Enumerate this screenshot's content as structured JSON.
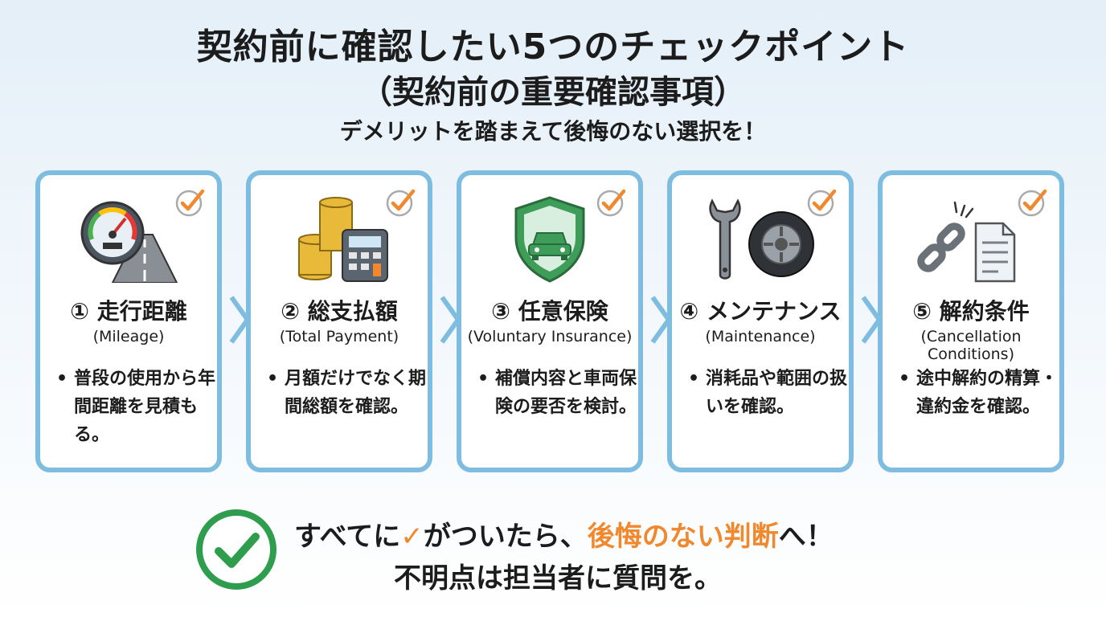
{
  "header": {
    "title": "契約前に確認したい5つのチェックポイント",
    "subtitle": "（契約前の重要確認事項）",
    "tagline": "デメリットを踏まえて後悔のない選択を！"
  },
  "cards": [
    {
      "title": "① 走行距離",
      "en": "(Mileage)",
      "text": "普段の使用から年間距離を見積もる。",
      "icon": "speedometer-road-icon"
    },
    {
      "title": "② 総支払額",
      "en": "(Total Payment)",
      "text": "月額だけでなく期間総額を確認。",
      "icon": "coins-calculator-icon"
    },
    {
      "title": "③ 任意保険",
      "en": "(Voluntary Insurance)",
      "text": "補償内容と車両保険の要否を検討。",
      "icon": "car-shield-icon"
    },
    {
      "title": "④ メンテナンス",
      "en": "(Maintenance)",
      "text": "消耗品や範囲の扱いを確認。",
      "icon": "wrench-tire-icon"
    },
    {
      "title": "⑤ 解約条件",
      "en": "(Cancellation Conditions)",
      "text": "途中解約の精算・違約金を確認。",
      "icon": "broken-chain-document-icon"
    }
  ],
  "footer": {
    "line1_a": "すべてに",
    "check_mark": "✓",
    "line1_b": "がついたら、",
    "line1_highlight": "後悔のない判断",
    "line1_c": "へ！",
    "line2": "不明点は担当者に質問を。"
  },
  "colors": {
    "border": "#7fbde0",
    "check": "#f0882e",
    "green": "#2e9d4e",
    "highlight": "#f0882e"
  }
}
